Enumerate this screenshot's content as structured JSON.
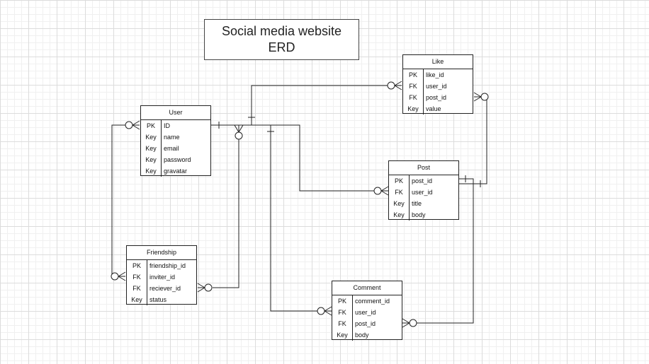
{
  "title": {
    "line1": "Social media website",
    "line2": "ERD"
  },
  "entities": {
    "user": {
      "name": "User",
      "rows": [
        {
          "key": "PK",
          "attr": "ID"
        },
        {
          "key": "Key",
          "attr": "name"
        },
        {
          "key": "Key",
          "attr": "email"
        },
        {
          "key": "Key",
          "attr": "password"
        },
        {
          "key": "Key",
          "attr": "gravatar"
        }
      ]
    },
    "like": {
      "name": "Like",
      "rows": [
        {
          "key": "PK",
          "attr": "like_id"
        },
        {
          "key": "FK",
          "attr": "user_id"
        },
        {
          "key": "FK",
          "attr": "post_id"
        },
        {
          "key": "Key",
          "attr": "value"
        }
      ]
    },
    "post": {
      "name": "Post",
      "rows": [
        {
          "key": "PK",
          "attr": "post_id"
        },
        {
          "key": "FK",
          "attr": "user_id"
        },
        {
          "key": "Key",
          "attr": "title"
        },
        {
          "key": "Key",
          "attr": "body"
        }
      ]
    },
    "friendship": {
      "name": "Friendship",
      "rows": [
        {
          "key": "PK",
          "attr": "friendship_id"
        },
        {
          "key": "FK",
          "attr": "inviter_id"
        },
        {
          "key": "FK",
          "attr": "reciever_id"
        },
        {
          "key": "Key",
          "attr": "status"
        }
      ]
    },
    "comment": {
      "name": "Comment",
      "rows": [
        {
          "key": "PK",
          "attr": "comment_id"
        },
        {
          "key": "FK",
          "attr": "user_id"
        },
        {
          "key": "FK",
          "attr": "post_id"
        },
        {
          "key": "Key",
          "attr": "body"
        }
      ]
    }
  }
}
